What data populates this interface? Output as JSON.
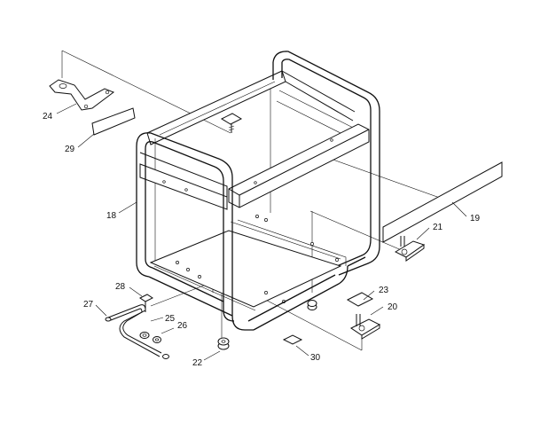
{
  "diagram": {
    "callouts": [
      {
        "id": "c18",
        "text": "18"
      },
      {
        "id": "c19",
        "text": "19"
      },
      {
        "id": "c20",
        "text": "20"
      },
      {
        "id": "c21",
        "text": "21"
      },
      {
        "id": "c22",
        "text": "22"
      },
      {
        "id": "c23",
        "text": "23"
      },
      {
        "id": "c24",
        "text": "24"
      },
      {
        "id": "c25",
        "text": "25"
      },
      {
        "id": "c26",
        "text": "26"
      },
      {
        "id": "c27",
        "text": "27"
      },
      {
        "id": "c28",
        "text": "28"
      },
      {
        "id": "c29",
        "text": "29"
      },
      {
        "id": "c30",
        "text": "30"
      }
    ]
  }
}
